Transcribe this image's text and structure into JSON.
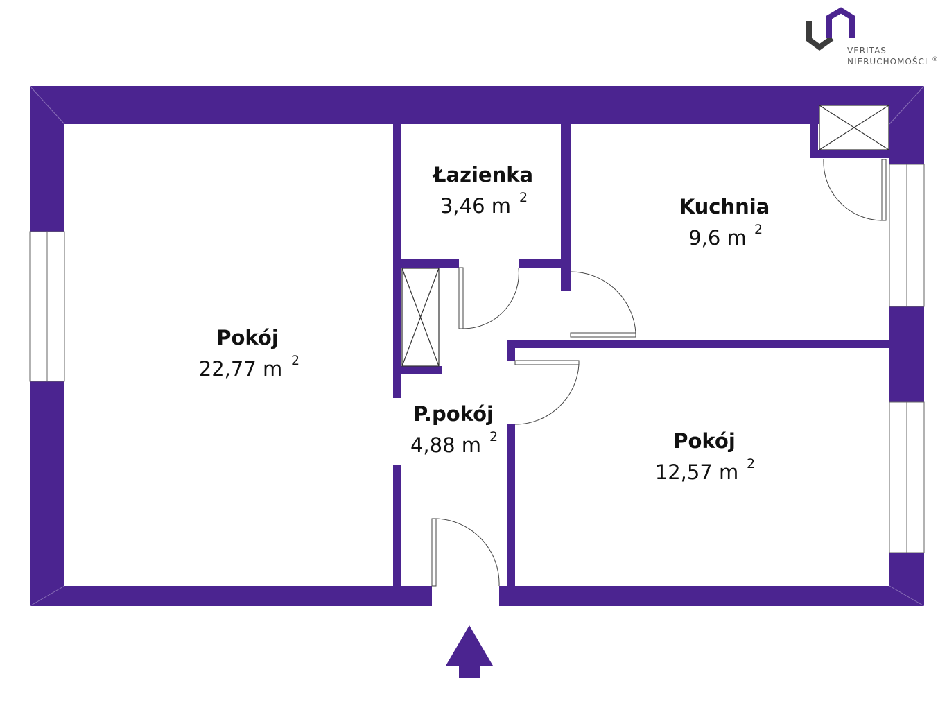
{
  "colors": {
    "wall": "#4B2490",
    "logo_dark": "#3c3c3c",
    "logo_accent": "#4B2490",
    "text": "#111111"
  },
  "brand": {
    "line1": "VERITAS",
    "line2": "NIERUCHOMOŚCI",
    "mark": "®"
  },
  "rooms": {
    "pokoj_large": {
      "name": "Pokój",
      "area": "22,77 m",
      "unit_sup": "2"
    },
    "lazienka": {
      "name": "Łazienka",
      "area": "3,46 m",
      "unit_sup": "2"
    },
    "kuchnia": {
      "name": "Kuchnia",
      "area": "9,6 m",
      "unit_sup": "2"
    },
    "przedpokoj": {
      "name": "P.pokój",
      "area": "4,88 m",
      "unit_sup": "2"
    },
    "pokoj_small": {
      "name": "Pokój",
      "area": "12,57 m",
      "unit_sup": "2"
    }
  },
  "icons": {
    "entrance": "entrance-arrow-icon",
    "logo": "veritas-logo-icon"
  }
}
